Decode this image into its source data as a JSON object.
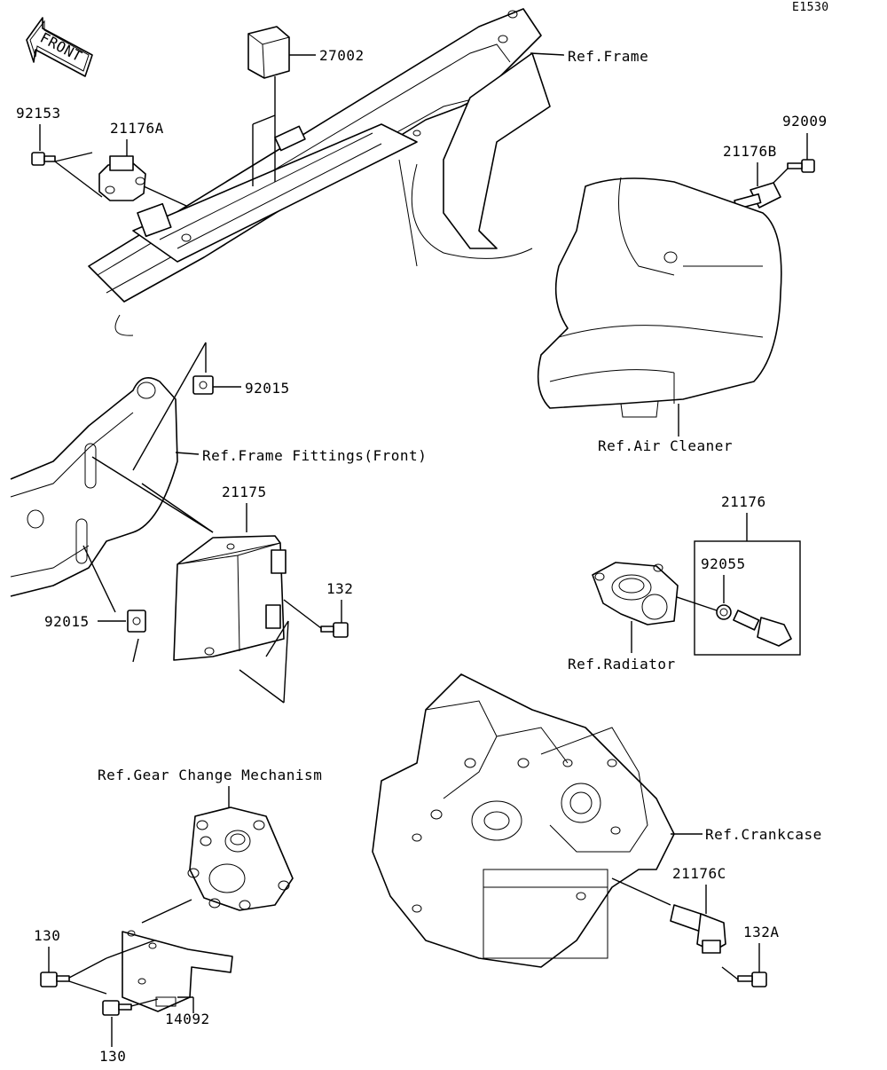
{
  "diagram_code": "E1530",
  "front_indicator": "FRONT",
  "labels": {
    "p27002": "27002",
    "ref_frame": "Ref.Frame",
    "p92153": "92153",
    "p21176A": "21176A",
    "p92009": "92009",
    "p21176B": "21176B",
    "p92015_top": "92015",
    "ref_frame_fittings": "Ref.Frame Fittings(Front)",
    "ref_air_cleaner": "Ref.Air Cleaner",
    "p21175": "21175",
    "p132": "132",
    "p92015_bottom": "92015",
    "p21176": "21176",
    "p92055": "92055",
    "ref_radiator": "Ref.Radiator",
    "ref_gear_change": "Ref.Gear Change Mechanism",
    "ref_crankcase": "Ref.Crankcase",
    "p21176C": "21176C",
    "p132A": "132A",
    "p130_left": "130",
    "p14092": "14092",
    "p130_bottom": "130"
  },
  "icons": {
    "front_arrow": "front-arrow-icon",
    "bolt": "bolt-icon",
    "sensor": "sensor-icon",
    "connector": "connector-icon",
    "ecu": "ecu-icon",
    "clip": "clip-icon"
  }
}
